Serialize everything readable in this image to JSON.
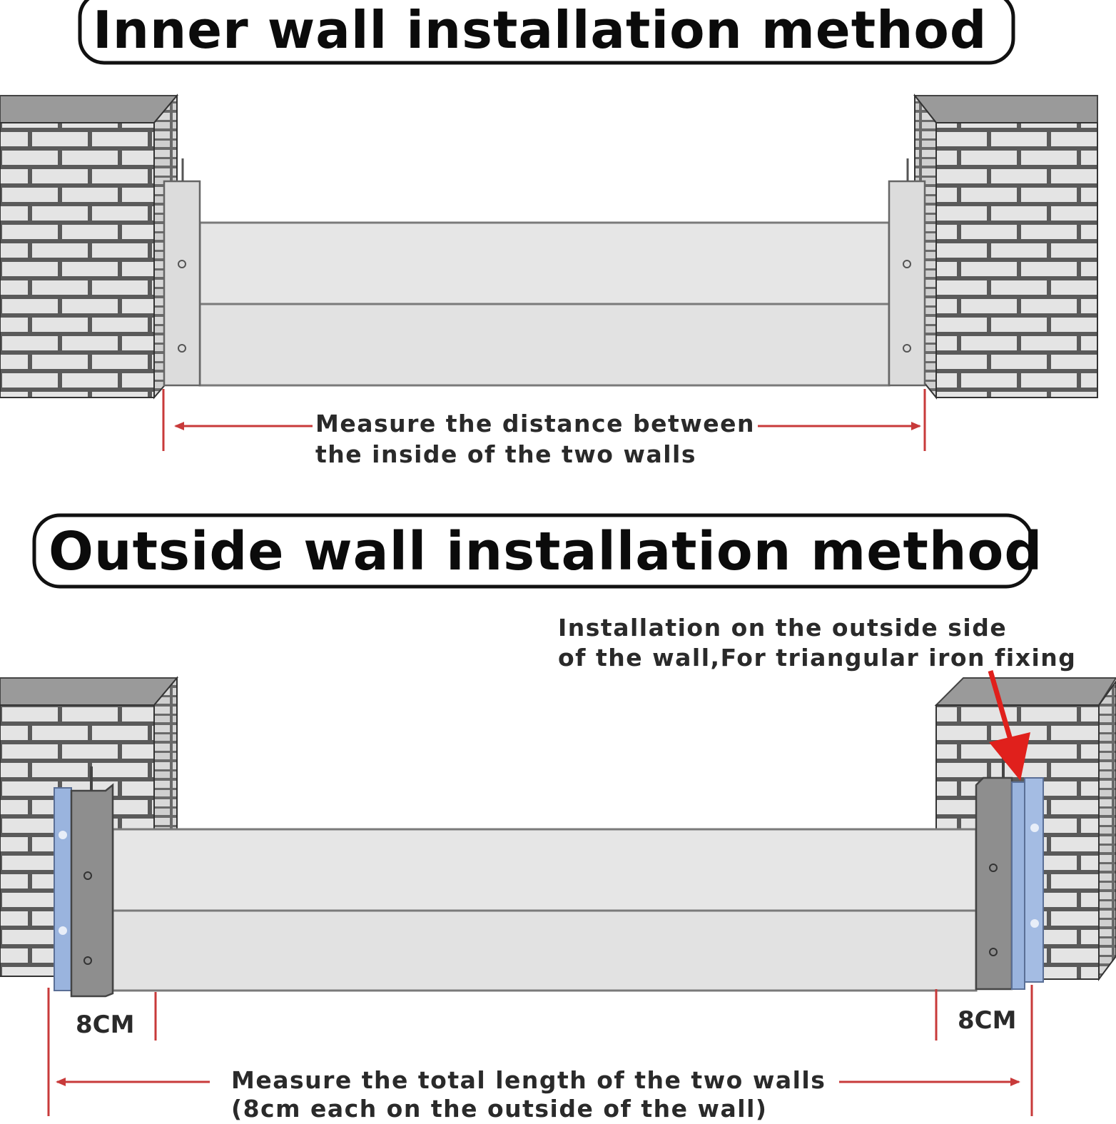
{
  "inner": {
    "title": "Inner wall installation method",
    "caption_line1": "Measure the distance between",
    "caption_line2": "the inside of the two walls"
  },
  "outside": {
    "title": "Outside wall installation method",
    "note_line1": "Installation on the outside side",
    "note_line2": "of the wall,For triangular iron fixing",
    "left_dim": "8CM",
    "right_dim": "8CM",
    "caption_line1": "Measure the total length of the two walls",
    "caption_line2": "(8cm each on the outside of the wall)"
  },
  "colors": {
    "arrow": "#c83a3a",
    "brick_mortar": "#555555",
    "brick_face": "#e3e3e3",
    "barrier_panel": "#e6e6e6",
    "post_dark": "#8e8e8e",
    "bracket_blue": "#9ab4de"
  }
}
